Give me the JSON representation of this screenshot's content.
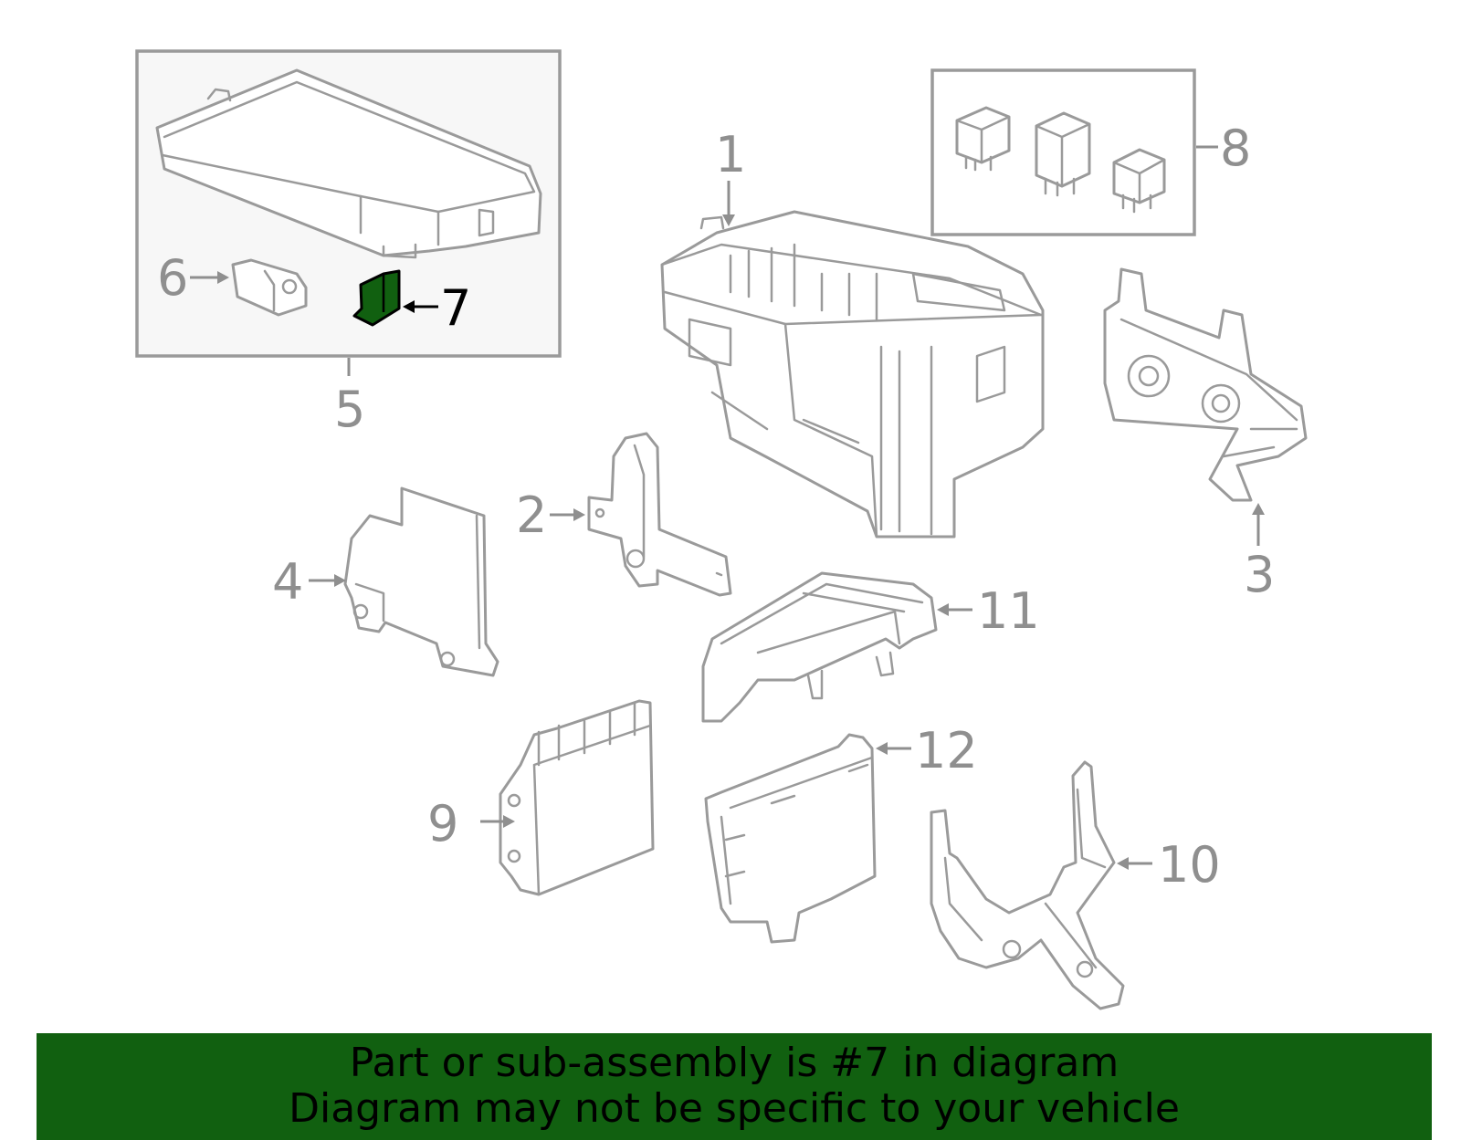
{
  "diagram": {
    "highlight_part": "7",
    "highlight_color": "#116010",
    "line_color": "#9a9a9a",
    "callouts": [
      "1",
      "2",
      "3",
      "4",
      "5",
      "6",
      "7",
      "8",
      "9",
      "10",
      "11",
      "12"
    ]
  },
  "banner": {
    "line1": "Part or sub-assembly is #7 in diagram",
    "line2": "Diagram may not be specific to your vehicle",
    "background": "#116010"
  }
}
